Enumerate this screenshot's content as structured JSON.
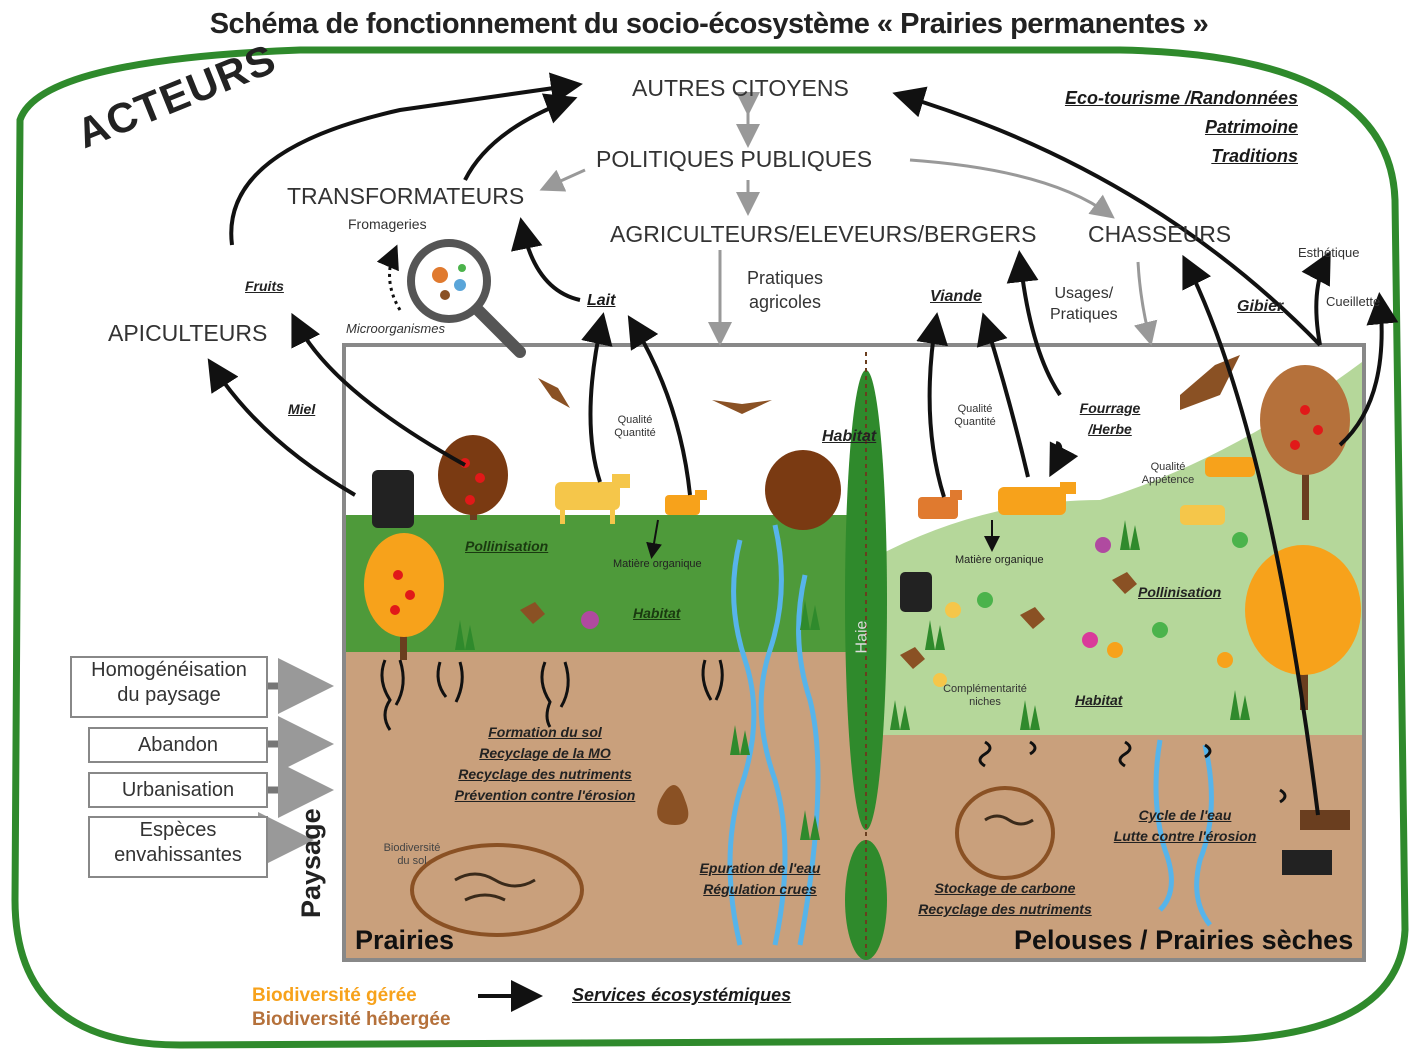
{
  "title": "Schéma de fonctionnement du socio-écosystème «  Prairies permanentes  »",
  "actors_label": "ACTEURS",
  "actors": {
    "autres_citoyens": "AUTRES CITOYENS",
    "politiques": "POLITIQUES PUBLIQUES",
    "transformateurs": "TRANSFORMATEURS",
    "agriculteurs": "AGRICULTEURS/ELEVEURS/BERGERS",
    "chasseurs": "CHASSEURS",
    "apiculteurs": "APICULTEURS"
  },
  "cultural_services": [
    "Eco-tourisme /Randonnées",
    "Patrimoine",
    "Traditions"
  ],
  "flows": {
    "fromageries": "Fromageries",
    "microorganismes": "Microorganismes",
    "fruits": "Fruits",
    "miel": "Miel",
    "lait": "Lait",
    "pratiques": [
      "Pratiques",
      "agricoles"
    ],
    "viande": "Viande",
    "usages": [
      "Usages/",
      "Pratiques"
    ],
    "gibier": "Gibier",
    "esthetique": "Esthétique",
    "cueillette": "Cueillette",
    "qualite_quantite_1": [
      "Qualité",
      "Quantité"
    ],
    "qualite_quantite_2": [
      "Qualité",
      "Quantité"
    ],
    "fourrage": [
      "Fourrage",
      "/Herbe"
    ],
    "qualite_appetence": [
      "Qualité",
      "Appétence"
    ]
  },
  "habitats": {
    "haie_habitat": "Habitat",
    "habitat_left": "Habitat",
    "habitat_right": "Habitat",
    "pollinisation_left": "Pollinisation",
    "pollinisation_right": "Pollinisation",
    "matiere_left": "Matière organique",
    "matiere_right": "Matière organique",
    "complementarite": [
      "Complémentarité",
      "niches"
    ],
    "haie": "Haie",
    "biodiversite_sol": [
      "Biodiversité",
      "du sol"
    ]
  },
  "soil_services": {
    "left": [
      "Formation du sol",
      "Recyclage de la MO",
      "Recyclage des nutriments",
      "Prévention contre l'érosion"
    ],
    "water": [
      "Epuration de l'eau",
      "Régulation crues"
    ],
    "carbon": [
      "Stockage de carbone",
      "Recyclage des nutriments"
    ],
    "cycle": [
      "Cycle de l'eau",
      "Lutte contre l'érosion"
    ]
  },
  "pressures": [
    [
      "Homogénéisation",
      "du paysage"
    ],
    [
      "Abandon"
    ],
    [
      "Urbanisation"
    ],
    [
      "Espèces",
      "envahissantes"
    ]
  ],
  "zones": {
    "paysage": "Paysage",
    "prairies": "Prairies",
    "pelouses": "Pelouses / Prairies sèches"
  },
  "legend": {
    "geree": "Biodiversité gérée",
    "hebergee": "Biodiversité hébergée",
    "services": "Services écosystémiques"
  },
  "colors": {
    "frame_green": "#2f8a2c",
    "meadow_green": "#4e9a3a",
    "dry_meadow_green": "#b5d79a",
    "soil": "#c9a07c",
    "water_blue": "#57b4ea",
    "managed_orange": "#f7a21b",
    "hosted_brown": "#b5713b"
  }
}
